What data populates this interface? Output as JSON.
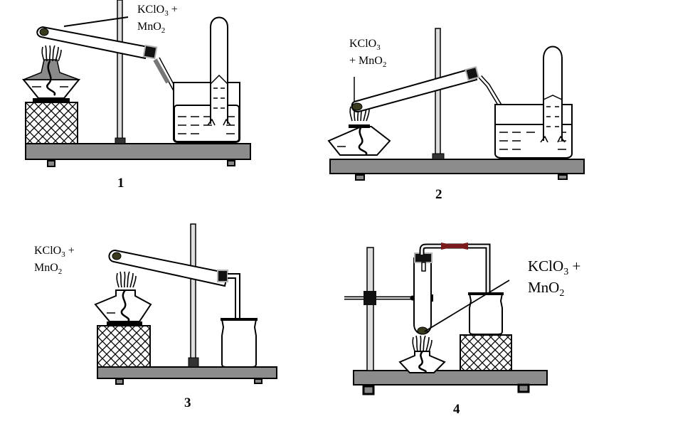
{
  "figure": {
    "panels": [
      {
        "number": "1",
        "label_line1": "KClO",
        "label_line1_sub": "3",
        "label_line1_tail": " +",
        "label_line2": "MnO",
        "label_line2_sub": "2",
        "label_line2_tail": ""
      },
      {
        "number": "2",
        "label_line1": "KClO",
        "label_line1_sub": "3",
        "label_line1_tail": "",
        "label_line2": "+ MnO",
        "label_line2_sub": "2",
        "label_line2_tail": ""
      },
      {
        "number": "3",
        "label_line1": "KClO",
        "label_line1_sub": "3",
        "label_line1_tail": " +",
        "label_line2": "MnO",
        "label_line2_sub": "2",
        "label_line2_tail": ""
      },
      {
        "number": "4",
        "label_line1": "KClO",
        "label_line1_sub": "3",
        "label_line1_tail": " +",
        "label_line2": "MnO",
        "label_line2_sub": "2",
        "label_line2_tail": ""
      }
    ],
    "colors": {
      "base": "#8c8c8c",
      "stroke": "#000000",
      "sample": "#3a3a1e",
      "rubber_tube": "#7a1a1a",
      "stopper_outline": "#b0b0b0",
      "flame_shadow": "#7a7a7a"
    }
  }
}
